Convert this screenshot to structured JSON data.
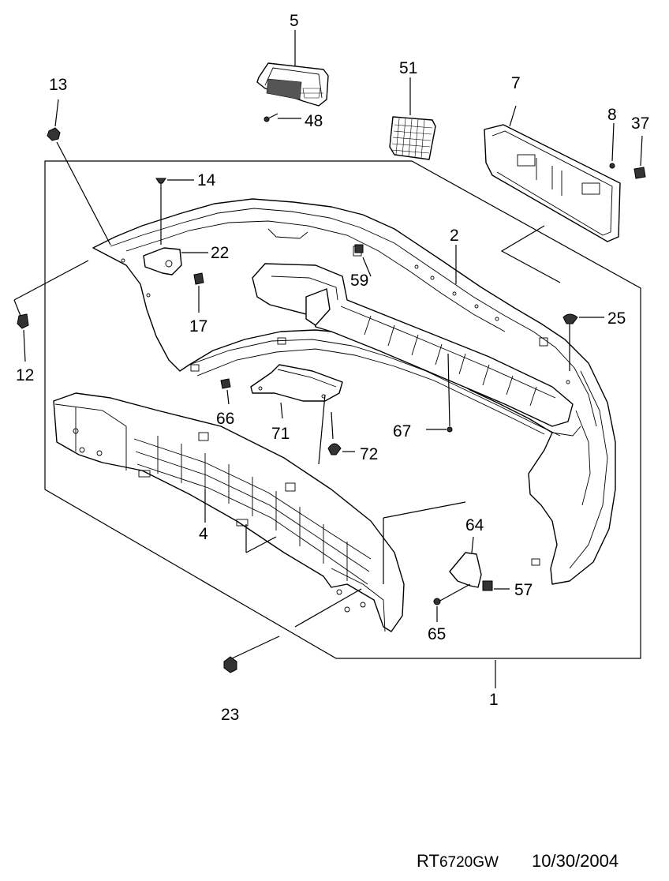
{
  "parts": [
    {
      "id": "p1",
      "label": "1"
    },
    {
      "id": "p2",
      "label": "2"
    },
    {
      "id": "p4",
      "label": "4"
    },
    {
      "id": "p5",
      "label": "5"
    },
    {
      "id": "p7",
      "label": "7"
    },
    {
      "id": "p8",
      "label": "8"
    },
    {
      "id": "p12",
      "label": "12"
    },
    {
      "id": "p13",
      "label": "13"
    },
    {
      "id": "p14",
      "label": "14"
    },
    {
      "id": "p17",
      "label": "17"
    },
    {
      "id": "p22",
      "label": "22"
    },
    {
      "id": "p23",
      "label": "23"
    },
    {
      "id": "p25",
      "label": "25"
    },
    {
      "id": "p37",
      "label": "37"
    },
    {
      "id": "p48",
      "label": "48"
    },
    {
      "id": "p51",
      "label": "51"
    },
    {
      "id": "p57",
      "label": "57"
    },
    {
      "id": "p59",
      "label": "59"
    },
    {
      "id": "p64",
      "label": "64"
    },
    {
      "id": "p65",
      "label": "65"
    },
    {
      "id": "p66",
      "label": "66"
    },
    {
      "id": "p67",
      "label": "67"
    },
    {
      "id": "p71",
      "label": "71"
    },
    {
      "id": "p72",
      "label": "72"
    }
  ],
  "footer": {
    "code_prefix": "RT",
    "code_number": "6720GW",
    "date": "10/30/2004"
  }
}
